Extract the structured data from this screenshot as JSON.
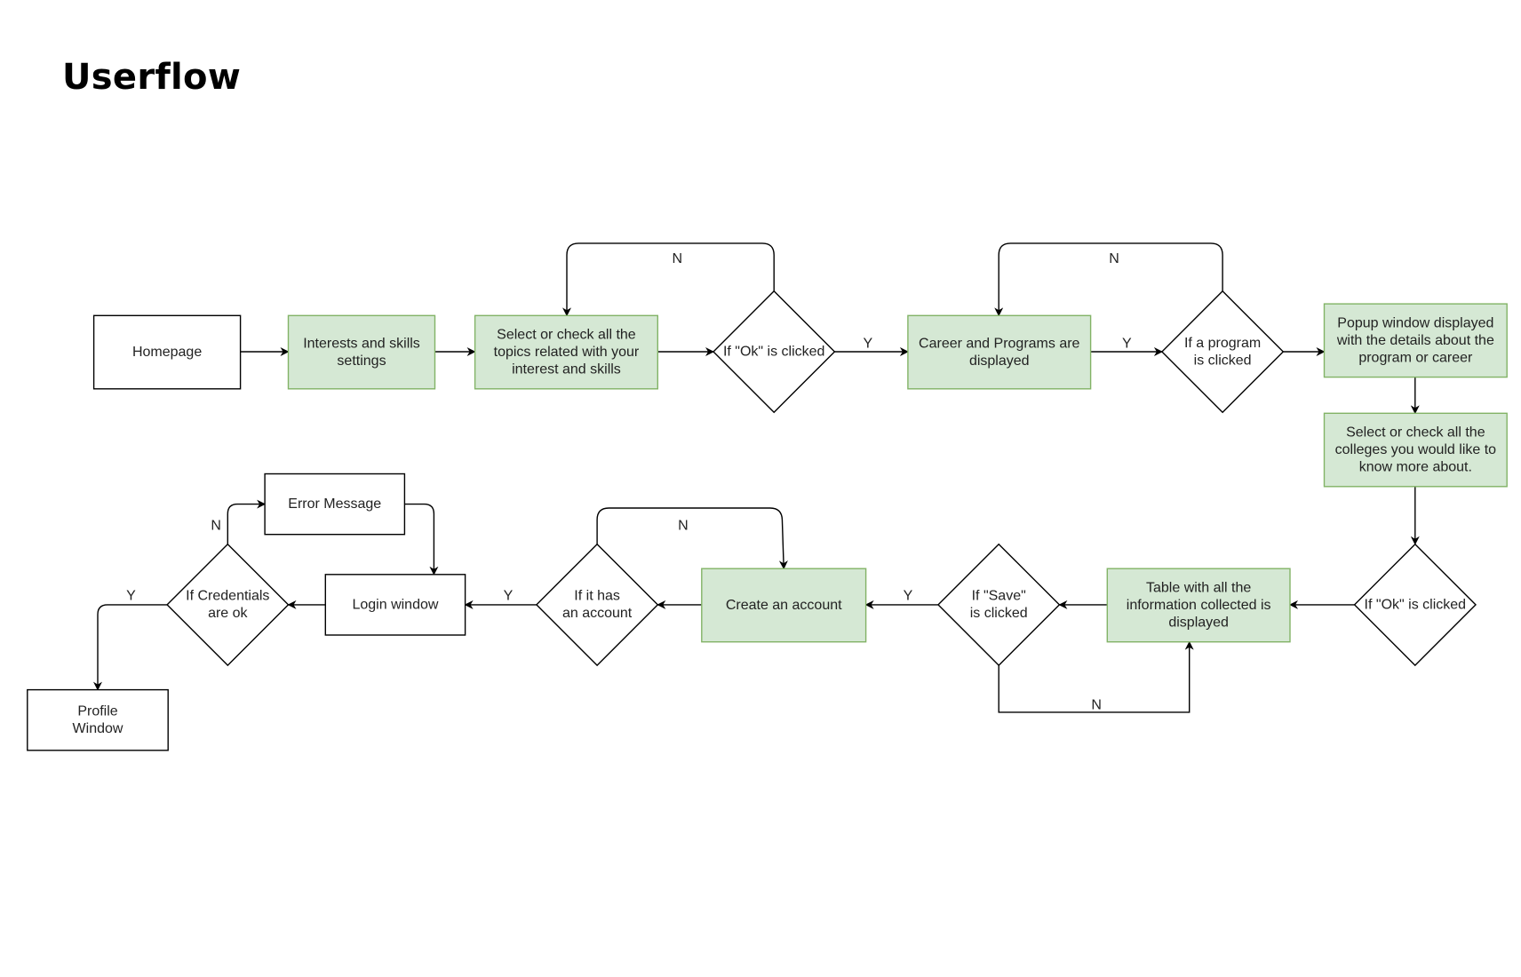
{
  "title": "Userflow",
  "colors": {
    "process_fill": "#d5e8d4",
    "process_stroke": "#82b366",
    "plain_fill": "#ffffff",
    "plain_stroke": "#000000",
    "line": "#000000"
  },
  "nodes": {
    "homepage": [
      "Homepage"
    ],
    "interests": [
      "Interests and skills",
      "settings"
    ],
    "select_topics": [
      "Select or check all the",
      "topics related with your",
      "interest and skills"
    ],
    "ok_clicked_1": [
      "If \"Ok\" is clicked"
    ],
    "career_programs": [
      "Career and Programs are",
      "displayed"
    ],
    "program_clicked": [
      "If a program",
      "is clicked"
    ],
    "popup": [
      "Popup window displayed",
      "with the details about the",
      "program or career"
    ],
    "select_colleges": [
      "Select or check all the",
      "colleges you would like to",
      "know more about."
    ],
    "ok_clicked_2": [
      "If \"Ok\" is clicked"
    ],
    "table": [
      "Table with all the",
      "information collected is",
      "displayed"
    ],
    "save_clicked": [
      "If \"Save\"",
      "is clicked"
    ],
    "create_account": [
      "Create an account"
    ],
    "has_account": [
      "If it has",
      "an account"
    ],
    "login": [
      "Login window"
    ],
    "error": [
      "Error Message"
    ],
    "credentials": [
      "If Credentials",
      "are ok"
    ],
    "profile": [
      "Profile",
      "Window"
    ]
  },
  "edge_labels": {
    "ok1_no": "N",
    "ok1_yes": "Y",
    "program_no": "N",
    "program_yes": "Y",
    "save_yes": "Y",
    "save_no": "N",
    "account_no": "N",
    "account_yes": "Y",
    "credentials_no": "N",
    "credentials_yes": "Y"
  }
}
